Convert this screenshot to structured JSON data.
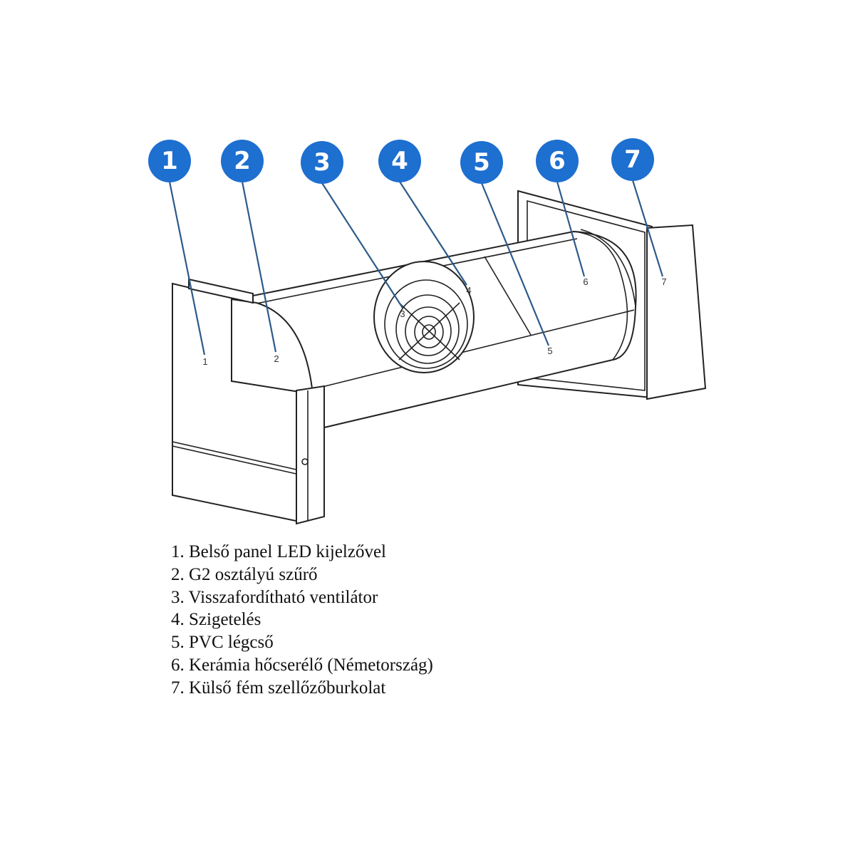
{
  "badge_color": "#1d6fd0",
  "parts": [
    {
      "number": "1",
      "label": "1. Belső panel LED kijelzővel"
    },
    {
      "number": "2",
      "label": "2. G2 osztályú szűrő"
    },
    {
      "number": "3",
      "label": "3. Visszafordítható ventilátor"
    },
    {
      "number": "4",
      "label": "4. Szigetelés"
    },
    {
      "number": "5",
      "label": "5. PVC légcső"
    },
    {
      "number": "6",
      "label": "6. Kerámia hőcserélő (Németország)"
    },
    {
      "number": "7",
      "label": "7. Külső fém szellőzőburkolat"
    }
  ]
}
